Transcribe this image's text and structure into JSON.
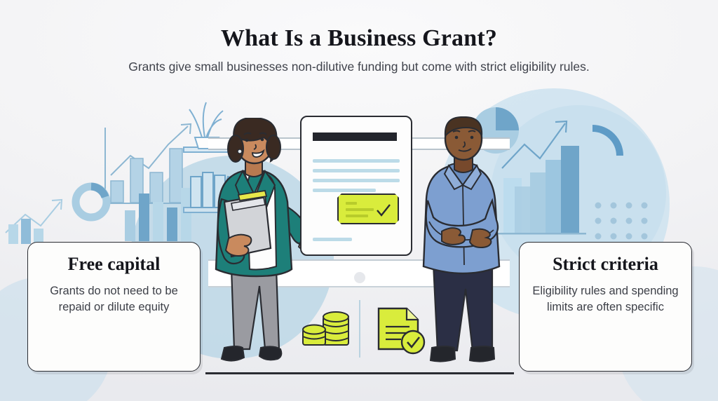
{
  "header": {
    "title": "What Is a Business Grant?",
    "subtitle": "Grants give small businesses non-dilutive funding but come with strict eligibility rules."
  },
  "cards": [
    {
      "id": "free-capital",
      "heading": "Free capital",
      "body": "Grants do not need to be repaid or dilute equity"
    },
    {
      "id": "strict-criteria",
      "heading": "Strict criteria",
      "body": "Eligibility rules and spending limits are often specific"
    }
  ],
  "illustration": {
    "document": {
      "name": "grant-document",
      "header_bar": true,
      "text_lines": 4,
      "voucher": {
        "name": "approved-voucher",
        "check": true
      }
    },
    "people": [
      {
        "name": "advisor-woman",
        "top": "teal blazer",
        "holds": "clipboard"
      },
      {
        "name": "business-man",
        "top": "blue shirt",
        "pose": "arms crossed"
      }
    ],
    "icons": [
      {
        "name": "coin-stacks-icon",
        "label": "coins"
      },
      {
        "name": "approved-document-icon",
        "label": "document with check"
      }
    ],
    "background_motifs": [
      "line-chart-with-arrow",
      "bar-chart",
      "pie-chart",
      "donut-chart",
      "potted-plant-shelf",
      "books-shelf",
      "dot-grid",
      "quarter-arc"
    ]
  },
  "colors": {
    "background": "#f2f2f4",
    "ink": "#2a2c32",
    "accent_yellow": "#d9ec3c",
    "accent_blue": "#7fb0d2",
    "pale_blue": "#bcd7e6",
    "teal": "#1d7f79",
    "shirt_blue": "#7d9fd0",
    "skin_light": "#c98a5e",
    "skin_dark": "#8a5a36"
  }
}
